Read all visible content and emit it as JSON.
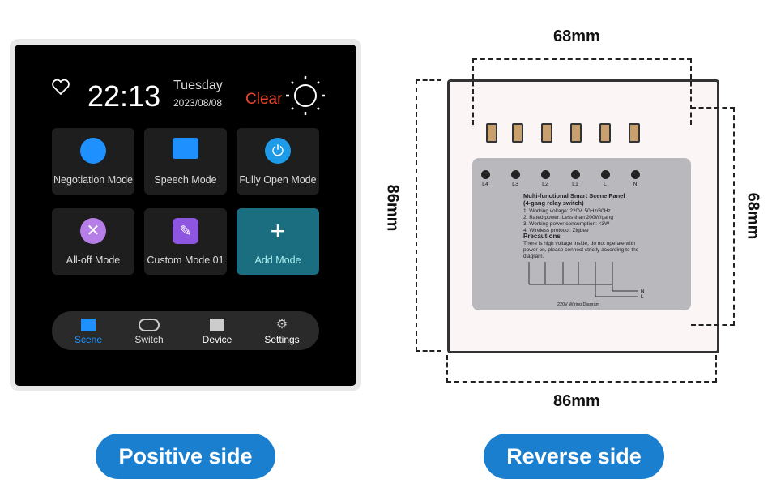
{
  "front": {
    "time": "22:13",
    "day": "Tuesday",
    "date": "2023/08/08",
    "weather": "Clear",
    "modes": [
      {
        "label": "Negotiation Mode",
        "icon": "chat-bubbles-icon",
        "color": "#1e90ff"
      },
      {
        "label": "Speech Mode",
        "icon": "presentation-board-icon",
        "color": "#1e90ff"
      },
      {
        "label": "Fully Open Mode",
        "icon": "power-icon",
        "color": "#1e9be8"
      },
      {
        "label": "All-off Mode",
        "icon": "close-circle-icon",
        "color": "#b57ee8"
      },
      {
        "label": "Custom Mode 01",
        "icon": "edit-pencil-icon",
        "color": "#8e55e0"
      },
      {
        "label": "Add Mode",
        "icon": "plus-icon",
        "color": "#1b6e80"
      }
    ],
    "nav": [
      {
        "label": "Scene",
        "active": true
      },
      {
        "label": "Switch"
      },
      {
        "label": "Device"
      },
      {
        "label": "Settings"
      }
    ],
    "accent": "#1e90ff",
    "weather_color": "#e8452c"
  },
  "back": {
    "terminals": [
      "L4",
      "L3",
      "L2",
      "L1",
      "L",
      "N"
    ],
    "title": "Multi-functional Smart Scene Panel",
    "subtitle": "(4-gang relay switch)",
    "specs": [
      "1. Working voltage: 220V, 50Hz/60Hz",
      "2. Rated power: Less than 200W/gang",
      "3. Working power consumption: <3W",
      "4. Wireless protocol: Zigbee"
    ],
    "precautions_title": "Precautions",
    "precautions": "There is high voltage inside, do not operate with power on, please connect strictly according to the diagram.",
    "diagram_caption": "220V Wiring Diagram",
    "wire_n": "N",
    "wire_l": "L"
  },
  "dimensions": {
    "top": "68mm",
    "left": "86mm",
    "right": "68mm",
    "bottom": "86mm"
  },
  "buttons": {
    "positive": "Positive side",
    "reverse": "Reverse side"
  }
}
